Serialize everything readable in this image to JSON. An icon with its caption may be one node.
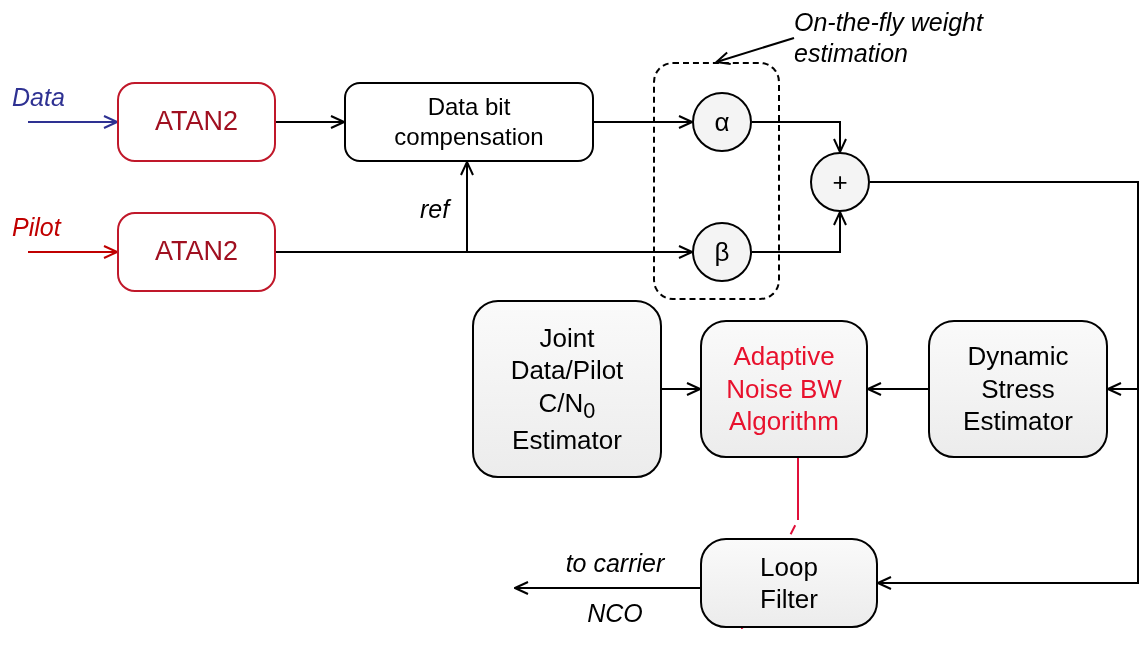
{
  "diagram": {
    "nodes": [
      {
        "text": [
          "ATAN2"
        ]
      },
      {
        "text": [
          "ATAN2"
        ]
      },
      {
        "text": [
          "Data bit compensation"
        ]
      },
      {
        "text": [],
        "shape": "box"
      },
      {
        "text": [
          "α"
        ],
        "in": 3
      },
      {
        "text": [
          "β"
        ],
        "in": 3
      },
      {
        "text": [
          "+"
        ]
      },
      {
        "text": [
          "Joint Data/Pilot C/N$_{0}$ Estimator"
        ]
      },
      {
        "text": [
          "Adaptive Noise BW Algorithm"
        ]
      },
      {
        "text": [
          "Dynamic Stress Estimator"
        ]
      },
      {
        "text": [
          "Loop Filter"
        ]
      },
      {
        "text": [
          "On-the-fly weight estimation"
        ]
      }
    ],
    "edges": [
      {
        "from": null,
        "to": 0,
        "arrow": "to",
        "label": "Data",
        "color": "#2e3192"
      },
      {
        "from": null,
        "to": 1,
        "arrow": "to",
        "label": "Pilot",
        "color": "#c00000"
      },
      {
        "from": 0,
        "to": 2,
        "arrow": "to"
      },
      {
        "from": 2,
        "to": 4,
        "arrow": "to"
      },
      {
        "from": 1,
        "to": 5,
        "arrow": "to"
      },
      {
        "from": 1,
        "to": 2,
        "arrow": "to",
        "label": "ref"
      },
      {
        "from": 4,
        "to": 6,
        "arrow": "to"
      },
      {
        "from": 5,
        "to": 6,
        "arrow": "to"
      },
      {
        "from": 6,
        "to": 10,
        "arrow": "to"
      },
      {
        "from": 6,
        "to": 9,
        "arrow": "to"
      },
      {
        "from": 7,
        "to": 8,
        "arrow": "to"
      },
      {
        "from": 9,
        "to": 8,
        "arrow": "to"
      },
      {
        "from": 10,
        "to": null,
        "arrow": "to",
        "label": "to carrier NCO"
      },
      {
        "from": 8,
        "to": 10,
        "arrow": "to",
        "style": "dashed",
        "color": "#e0103a"
      },
      {
        "from": 11,
        "to": 3,
        "arrow": "to"
      }
    ]
  }
}
